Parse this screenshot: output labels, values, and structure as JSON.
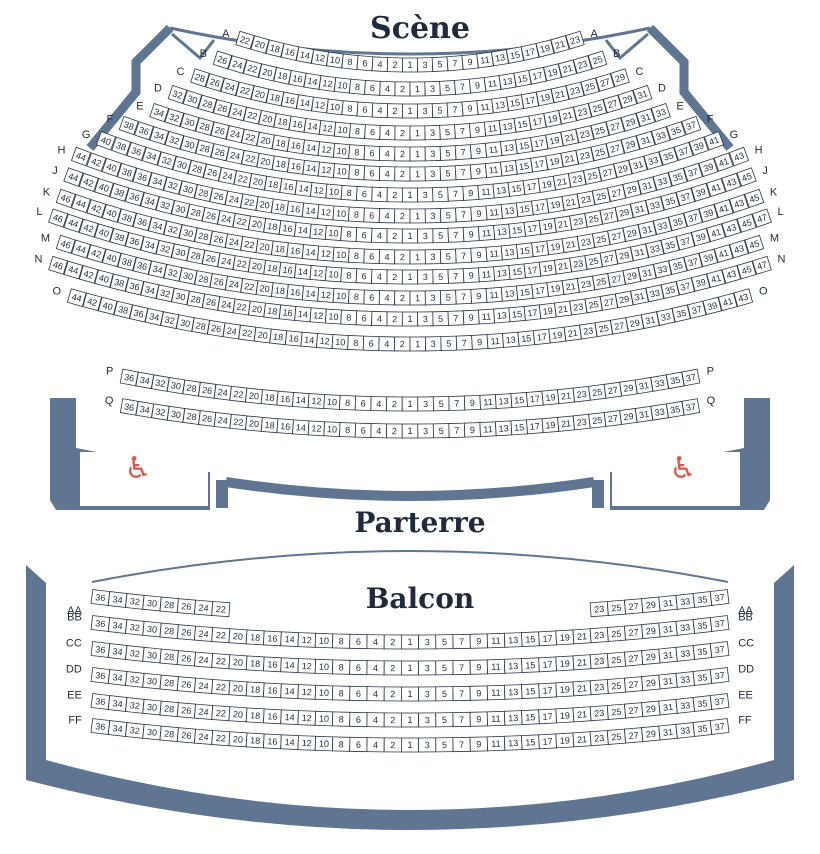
{
  "labels": {
    "stage": "Scène",
    "parterre": "Parterre",
    "balcon": "Balcon"
  },
  "colors": {
    "wall": "#5f7591",
    "ink": "#1f2a3a",
    "accessibility": "#d9584a"
  },
  "icons": {
    "accessibility": "wheelchair-icon",
    "accessibility_glyph": "♿"
  },
  "parterre_rows": [
    {
      "label": "A",
      "left": [
        22,
        20,
        18,
        16,
        14,
        12,
        10,
        8,
        6,
        4,
        2
      ],
      "right": [
        1,
        3,
        5,
        7,
        9,
        11,
        13,
        15,
        17,
        19,
        21,
        23
      ]
    },
    {
      "label": "B",
      "left": [
        26,
        24,
        22,
        20,
        18,
        16,
        14,
        12,
        10,
        8,
        6,
        4,
        2
      ],
      "right": [
        1,
        3,
        5,
        7,
        9,
        11,
        13,
        15,
        17,
        19,
        21,
        23,
        25
      ]
    },
    {
      "label": "C",
      "left": [
        28,
        26,
        24,
        22,
        20,
        18,
        16,
        14,
        12,
        10,
        8,
        6,
        4,
        2
      ],
      "right": [
        1,
        3,
        5,
        7,
        9,
        11,
        13,
        15,
        17,
        19,
        21,
        23,
        25,
        27,
        29
      ]
    },
    {
      "label": "D",
      "left": [
        32,
        30,
        28,
        26,
        24,
        22,
        20,
        18,
        16,
        14,
        12,
        10,
        8,
        6,
        4,
        2
      ],
      "right": [
        1,
        3,
        5,
        7,
        9,
        11,
        13,
        15,
        17,
        19,
        21,
        23,
        25,
        27,
        29,
        31
      ]
    },
    {
      "label": "E",
      "left": [
        34,
        32,
        30,
        28,
        26,
        24,
        22,
        20,
        18,
        16,
        14,
        12,
        10,
        8,
        6,
        4,
        2
      ],
      "right": [
        1,
        3,
        5,
        7,
        9,
        11,
        13,
        15,
        17,
        19,
        21,
        23,
        25,
        27,
        29,
        31,
        33
      ]
    },
    {
      "label": "F",
      "left": [
        38,
        36,
        34,
        32,
        30,
        28,
        26,
        24,
        22,
        20,
        18,
        16,
        14,
        12,
        10,
        8,
        6,
        4,
        2
      ],
      "right": [
        1,
        3,
        5,
        7,
        9,
        11,
        13,
        15,
        17,
        19,
        21,
        23,
        25,
        27,
        29,
        31,
        33,
        35,
        37
      ]
    },
    {
      "label": "G",
      "left": [
        40,
        38,
        36,
        34,
        32,
        30,
        28,
        26,
        24,
        22,
        20,
        18,
        16,
        14,
        12,
        10,
        8,
        6,
        4,
        2
      ],
      "right": [
        1,
        3,
        5,
        7,
        9,
        11,
        13,
        15,
        17,
        19,
        21,
        23,
        25,
        27,
        29,
        31,
        33,
        35,
        37,
        39,
        41
      ]
    },
    {
      "label": "H",
      "left": [
        44,
        42,
        40,
        38,
        36,
        34,
        32,
        30,
        28,
        26,
        24,
        22,
        20,
        18,
        16,
        14,
        12,
        10,
        8,
        6,
        4,
        2
      ],
      "right": [
        1,
        3,
        5,
        7,
        9,
        11,
        13,
        15,
        17,
        19,
        21,
        23,
        25,
        27,
        29,
        31,
        33,
        35,
        37,
        39,
        41,
        43
      ]
    },
    {
      "label": "J",
      "left": [
        44,
        42,
        40,
        38,
        36,
        34,
        32,
        30,
        28,
        26,
        24,
        22,
        20,
        18,
        16,
        14,
        12,
        10,
        8,
        6,
        4,
        2
      ],
      "right": [
        1,
        3,
        5,
        7,
        9,
        11,
        13,
        15,
        17,
        19,
        21,
        23,
        25,
        27,
        29,
        31,
        33,
        35,
        37,
        39,
        41,
        43,
        45
      ]
    },
    {
      "label": "K",
      "left": [
        46,
        44,
        42,
        40,
        38,
        36,
        34,
        32,
        30,
        28,
        26,
        24,
        22,
        20,
        18,
        16,
        14,
        12,
        10,
        8,
        6,
        4,
        2
      ],
      "right": [
        1,
        3,
        5,
        7,
        9,
        11,
        13,
        15,
        17,
        19,
        21,
        23,
        25,
        27,
        29,
        31,
        33,
        35,
        37,
        39,
        41,
        43,
        45
      ]
    },
    {
      "label": "L",
      "left": [
        46,
        44,
        42,
        40,
        38,
        36,
        34,
        32,
        30,
        28,
        26,
        24,
        22,
        20,
        18,
        16,
        14,
        12,
        10,
        8,
        6,
        4,
        2
      ],
      "right": [
        1,
        3,
        5,
        7,
        9,
        11,
        13,
        15,
        17,
        19,
        21,
        23,
        25,
        27,
        29,
        31,
        33,
        35,
        37,
        39,
        41,
        43,
        45,
        47
      ]
    },
    {
      "label": "M",
      "left": [
        46,
        44,
        42,
        40,
        38,
        36,
        34,
        32,
        30,
        28,
        26,
        24,
        22,
        20,
        18,
        16,
        14,
        12,
        10,
        8,
        6,
        4,
        2
      ],
      "right": [
        1,
        3,
        5,
        7,
        9,
        11,
        13,
        15,
        17,
        19,
        21,
        23,
        25,
        27,
        29,
        31,
        33,
        35,
        37,
        39,
        41,
        43,
        45
      ]
    },
    {
      "label": "N",
      "left": [
        46,
        44,
        42,
        40,
        38,
        36,
        34,
        32,
        30,
        28,
        26,
        24,
        22,
        20,
        18,
        16,
        14,
        12,
        10,
        8,
        6,
        4,
        2
      ],
      "right": [
        1,
        3,
        5,
        7,
        9,
        11,
        13,
        15,
        17,
        19,
        21,
        23,
        25,
        27,
        29,
        31,
        33,
        35,
        37,
        39,
        41,
        43,
        45,
        47
      ]
    },
    {
      "label": "O",
      "left": [
        44,
        42,
        40,
        38,
        36,
        34,
        32,
        30,
        28,
        26,
        24,
        22,
        20,
        18,
        16,
        14,
        12,
        10,
        8,
        6,
        4,
        2
      ],
      "right": [
        1,
        3,
        5,
        7,
        9,
        11,
        13,
        15,
        17,
        19,
        21,
        23,
        25,
        27,
        29,
        31,
        33,
        35,
        37,
        39,
        41,
        43
      ]
    },
    {
      "label": "P",
      "left": [
        36,
        34,
        32,
        30,
        28,
        26,
        24,
        22,
        20,
        18,
        16,
        14,
        12,
        10,
        8,
        6,
        4,
        2
      ],
      "right": [
        1,
        3,
        5,
        7,
        9,
        11,
        13,
        15,
        17,
        19,
        21,
        23,
        25,
        27,
        29,
        31,
        33,
        35,
        37
      ]
    },
    {
      "label": "Q",
      "left": [
        36,
        34,
        32,
        30,
        28,
        26,
        24,
        22,
        20,
        18,
        16,
        14,
        12,
        10,
        8,
        6,
        4,
        2
      ],
      "right": [
        1,
        3,
        5,
        7,
        9,
        11,
        13,
        15,
        17,
        19,
        21,
        23,
        25,
        27,
        29,
        31,
        33,
        35,
        37
      ]
    }
  ],
  "balcon_rows": [
    {
      "label": "AA",
      "left": [
        36,
        34,
        32,
        30,
        28,
        26,
        24,
        22
      ],
      "right": [
        23,
        25,
        27,
        29,
        31,
        33,
        35,
        37
      ]
    },
    {
      "label": "BB",
      "left": [
        36,
        34,
        32,
        30,
        28,
        26,
        24,
        22,
        20,
        18,
        16,
        14,
        12,
        10,
        8,
        6,
        4,
        2
      ],
      "right": [
        1,
        3,
        5,
        7,
        9,
        11,
        13,
        15,
        17,
        19,
        21,
        23,
        25,
        27,
        29,
        31,
        33,
        35,
        37
      ]
    },
    {
      "label": "CC",
      "left": [
        36,
        34,
        32,
        30,
        28,
        26,
        24,
        22,
        20,
        18,
        16,
        14,
        12,
        10,
        8,
        6,
        4,
        2
      ],
      "right": [
        1,
        3,
        5,
        7,
        9,
        11,
        13,
        15,
        17,
        19,
        21,
        23,
        25,
        27,
        29,
        31,
        33,
        35,
        37
      ]
    },
    {
      "label": "DD",
      "left": [
        36,
        34,
        32,
        30,
        28,
        26,
        24,
        22,
        20,
        18,
        16,
        14,
        12,
        10,
        8,
        6,
        4,
        2
      ],
      "right": [
        1,
        3,
        5,
        7,
        9,
        11,
        13,
        15,
        17,
        19,
        21,
        23,
        25,
        27,
        29,
        31,
        33,
        35,
        37
      ]
    },
    {
      "label": "EE",
      "left": [
        36,
        34,
        32,
        30,
        28,
        26,
        24,
        22,
        20,
        18,
        16,
        14,
        12,
        10,
        8,
        6,
        4,
        2
      ],
      "right": [
        1,
        3,
        5,
        7,
        9,
        11,
        13,
        15,
        17,
        19,
        21,
        23,
        25,
        27,
        29,
        31,
        33,
        35,
        37
      ]
    },
    {
      "label": "FF",
      "left": [
        36,
        34,
        32,
        30,
        28,
        26,
        24,
        22,
        20,
        18,
        16,
        14,
        12,
        10,
        8,
        6,
        4,
        2
      ],
      "right": [
        1,
        3,
        5,
        7,
        9,
        11,
        13,
        15,
        17,
        19,
        21,
        23,
        25,
        27,
        29,
        31,
        33,
        35,
        37
      ]
    }
  ]
}
